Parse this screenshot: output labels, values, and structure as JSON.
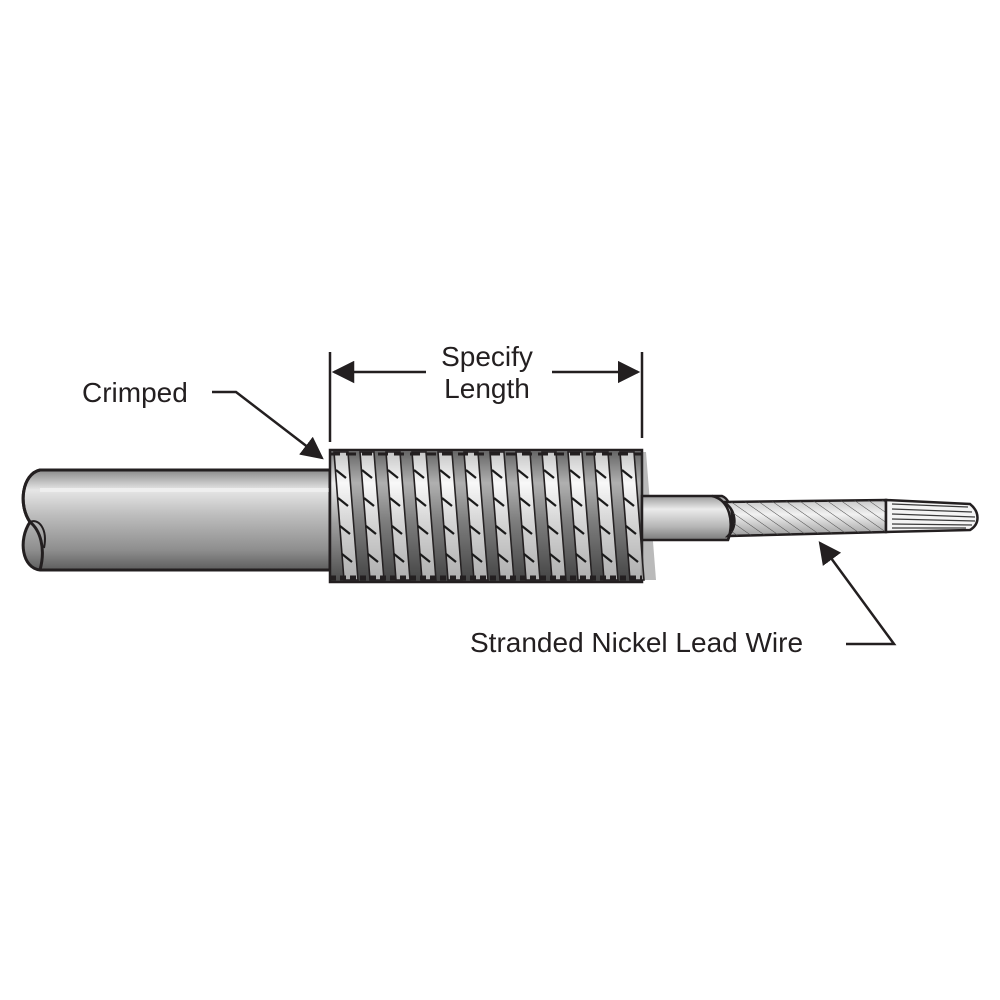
{
  "diagram": {
    "labels": {
      "crimped": "Crimped",
      "specify_line1": "Specify",
      "specify_line2": "Length",
      "lead_wire": "Stranded Nickel Lead Wire"
    },
    "colors": {
      "ink": "#231f20",
      "sheath_light": "#dcdcdc",
      "sheath_mid": "#a8a8a8",
      "sheath_dark": "#6e6e6e",
      "background": "#ffffff"
    }
  }
}
